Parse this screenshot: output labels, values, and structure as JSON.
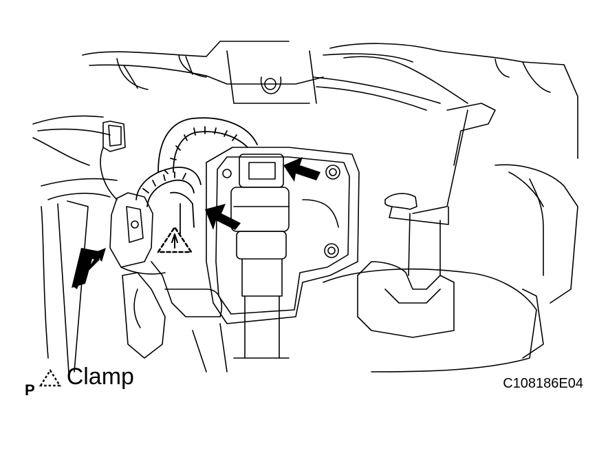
{
  "legend": {
    "prefix": "P",
    "label": "Clamp",
    "symbol": "dashed-triangle-clamp-icon"
  },
  "figure_id": "C108186E04",
  "callouts": {
    "arrow_count": 3,
    "clamp_marker_count": 1
  },
  "colors": {
    "line": "#000000",
    "background": "#ffffff"
  }
}
